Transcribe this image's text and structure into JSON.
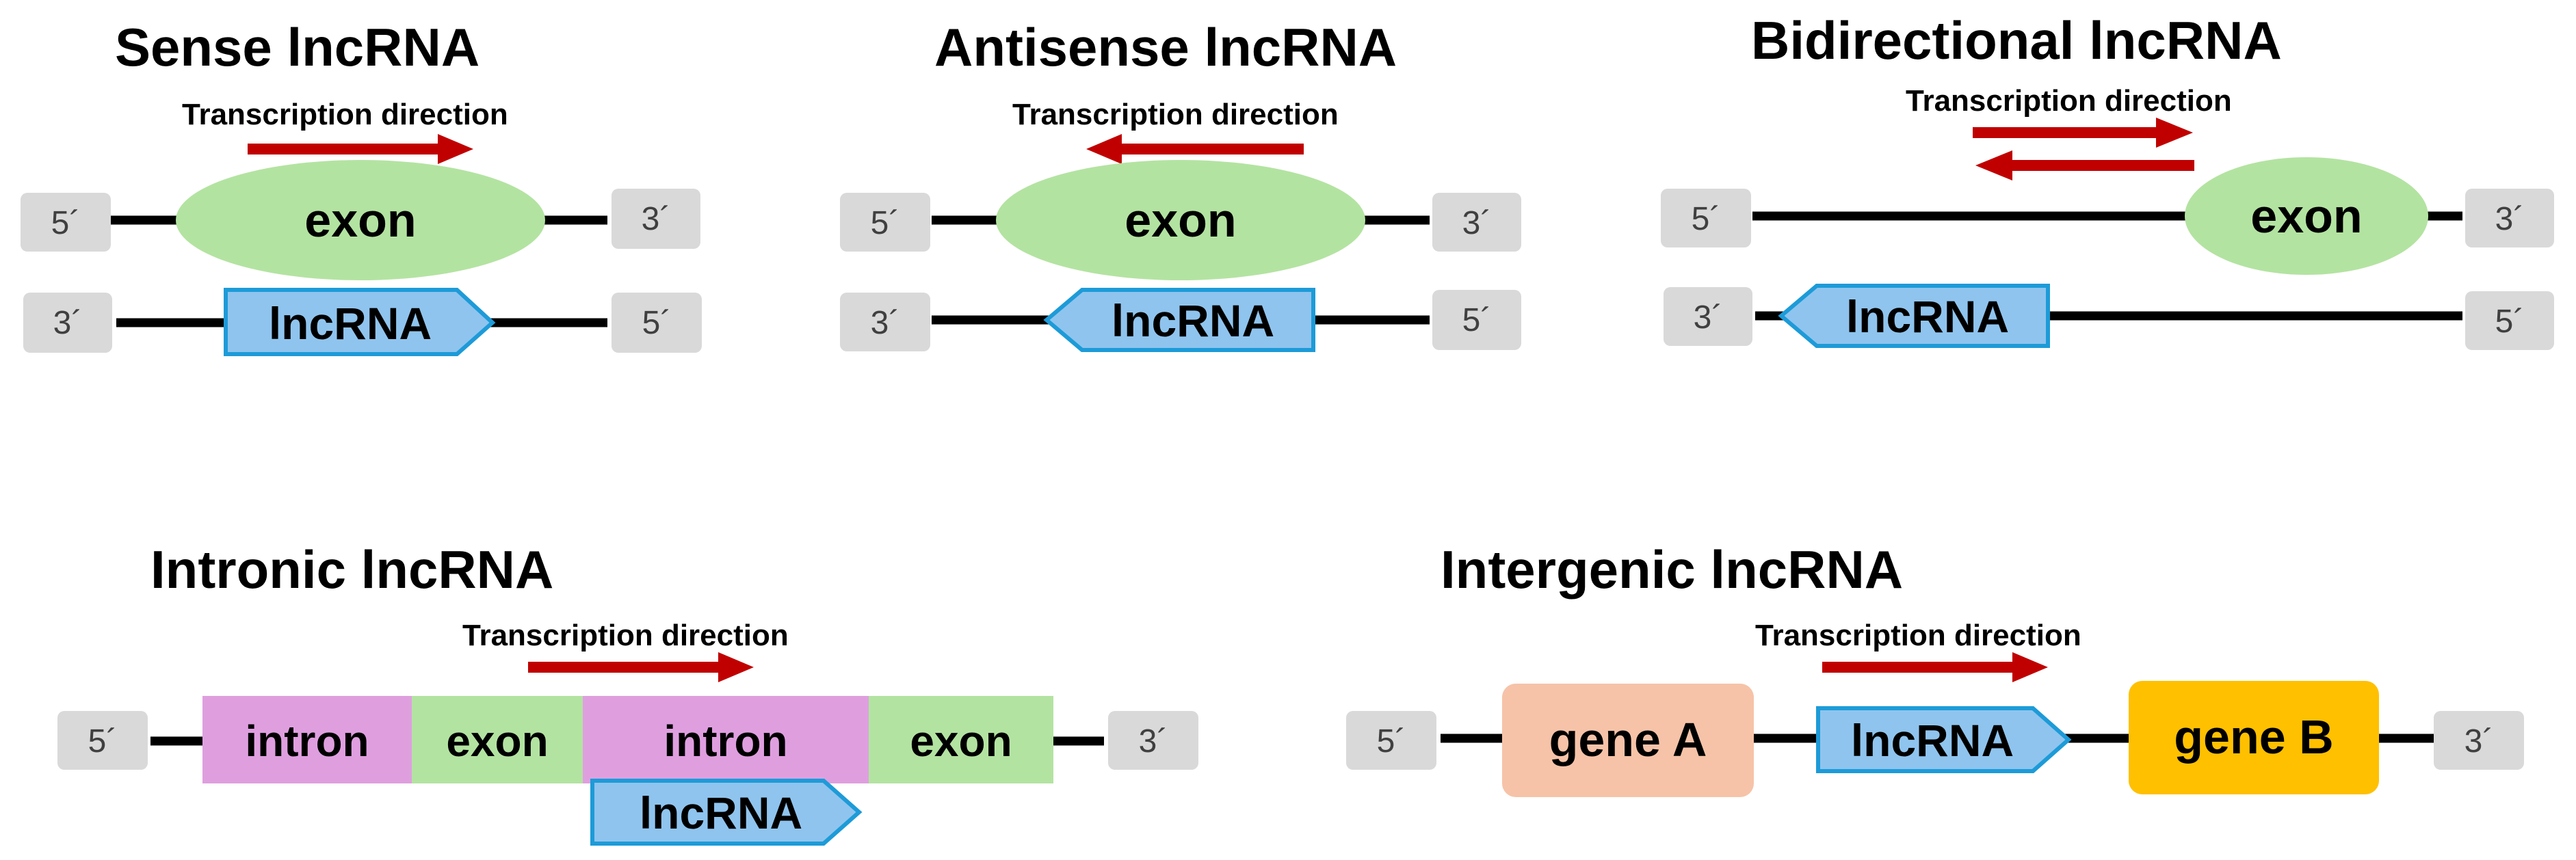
{
  "colors": {
    "arrow": "#c00000",
    "exon": "#b3e3a1",
    "lncrna_fill": "#8fc4ee",
    "lncrna_stroke": "#1d9bd8",
    "intron": "#df9fdf",
    "gene_a": "#f6c3a8",
    "gene_b": "#ffc000",
    "end_box": "#d9d9d9",
    "strand": "#000000"
  },
  "panels": {
    "sense": {
      "title": "Sense lncRNA",
      "caption": "Transcription direction",
      "exon": "exon",
      "lncrna": "lncRNA",
      "top_left": "5´",
      "top_right": "3´",
      "bottom_left": "3´",
      "bottom_right": "5´"
    },
    "antisense": {
      "title": "Antisense lncRNA",
      "caption": "Transcription direction",
      "exon": "exon",
      "lncrna": "lncRNA",
      "top_left": "5´",
      "top_right": "3´",
      "bottom_left": "3´",
      "bottom_right": "5´"
    },
    "bidirectional": {
      "title": "Bidirectional lncRNA",
      "caption": "Transcription direction",
      "exon": "exon",
      "lncrna": "lncRNA",
      "top_left": "5´",
      "top_right": "3´",
      "bottom_left": "3´",
      "bottom_right": "5´"
    },
    "intronic": {
      "title": "Intronic lncRNA",
      "caption": "Transcription direction",
      "segments": [
        "intron",
        "exon",
        "intron",
        "exon"
      ],
      "lncrna": "lncRNA",
      "left": "5´",
      "right": "3´"
    },
    "intergenic": {
      "title": "Intergenic lncRNA",
      "caption": "Transcription direction",
      "gene_a": "gene A",
      "gene_b": "gene B",
      "lncrna": "lncRNA",
      "left": "5´",
      "right": "3´"
    }
  }
}
